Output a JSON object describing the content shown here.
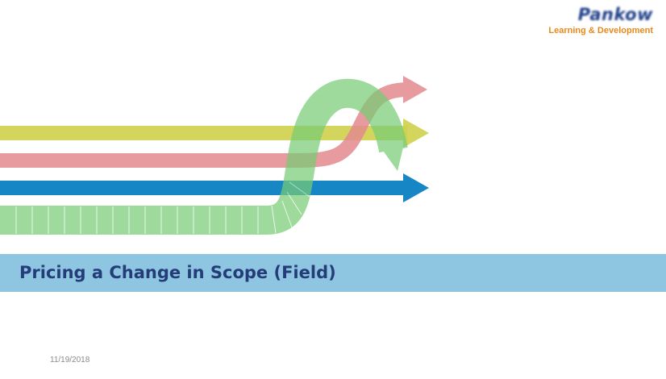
{
  "logo": {
    "wordmark": "Pankow",
    "tagline": "Learning & Development"
  },
  "slide": {
    "title": "Pricing a Change in Scope (Field)",
    "date": "11/19/2018"
  },
  "colors": {
    "title_band": "#8ec6e2",
    "title_text": "#243c77",
    "arrow_yellow": "#cfd04a",
    "arrow_red": "#e38a8e",
    "arrow_blue": "#1687c4",
    "arrow_green": "#78cc76",
    "tagline": "#e8891c"
  }
}
